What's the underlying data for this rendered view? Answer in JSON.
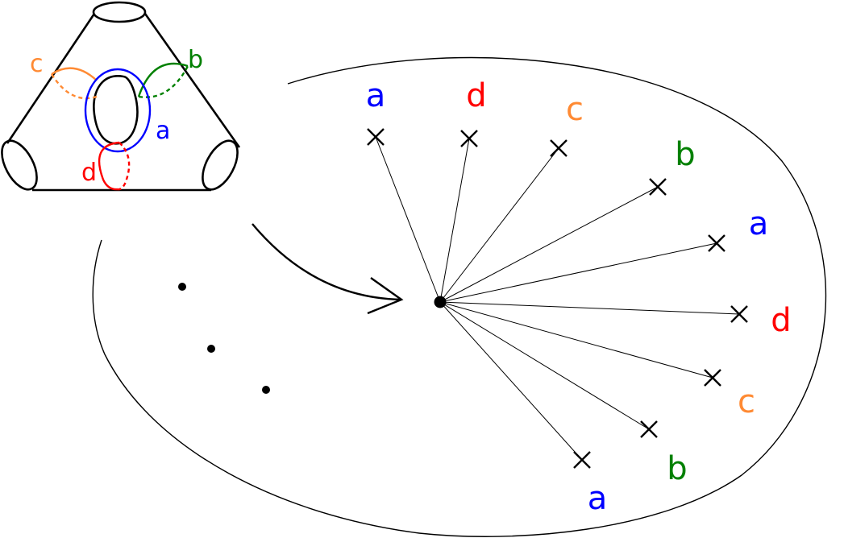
{
  "colors": {
    "a": "#0000ff",
    "b": "#008000",
    "c": "#ff8a33",
    "d": "#ff0000",
    "line": "#000000"
  },
  "surface": {
    "curves": [
      {
        "key": "c",
        "label": "c"
      },
      {
        "key": "b",
        "label": "b"
      },
      {
        "key": "a",
        "label": "a"
      },
      {
        "key": "d",
        "label": "d"
      }
    ]
  },
  "punctures": [
    {
      "key": "a",
      "label": "a"
    },
    {
      "key": "d",
      "label": "d"
    },
    {
      "key": "c",
      "label": "c"
    },
    {
      "key": "b",
      "label": "b"
    },
    {
      "key": "a",
      "label": "a"
    },
    {
      "key": "d",
      "label": "d"
    },
    {
      "key": "c",
      "label": "c"
    },
    {
      "key": "b",
      "label": "b"
    },
    {
      "key": "a",
      "label": "a"
    }
  ],
  "dots_count": 3
}
